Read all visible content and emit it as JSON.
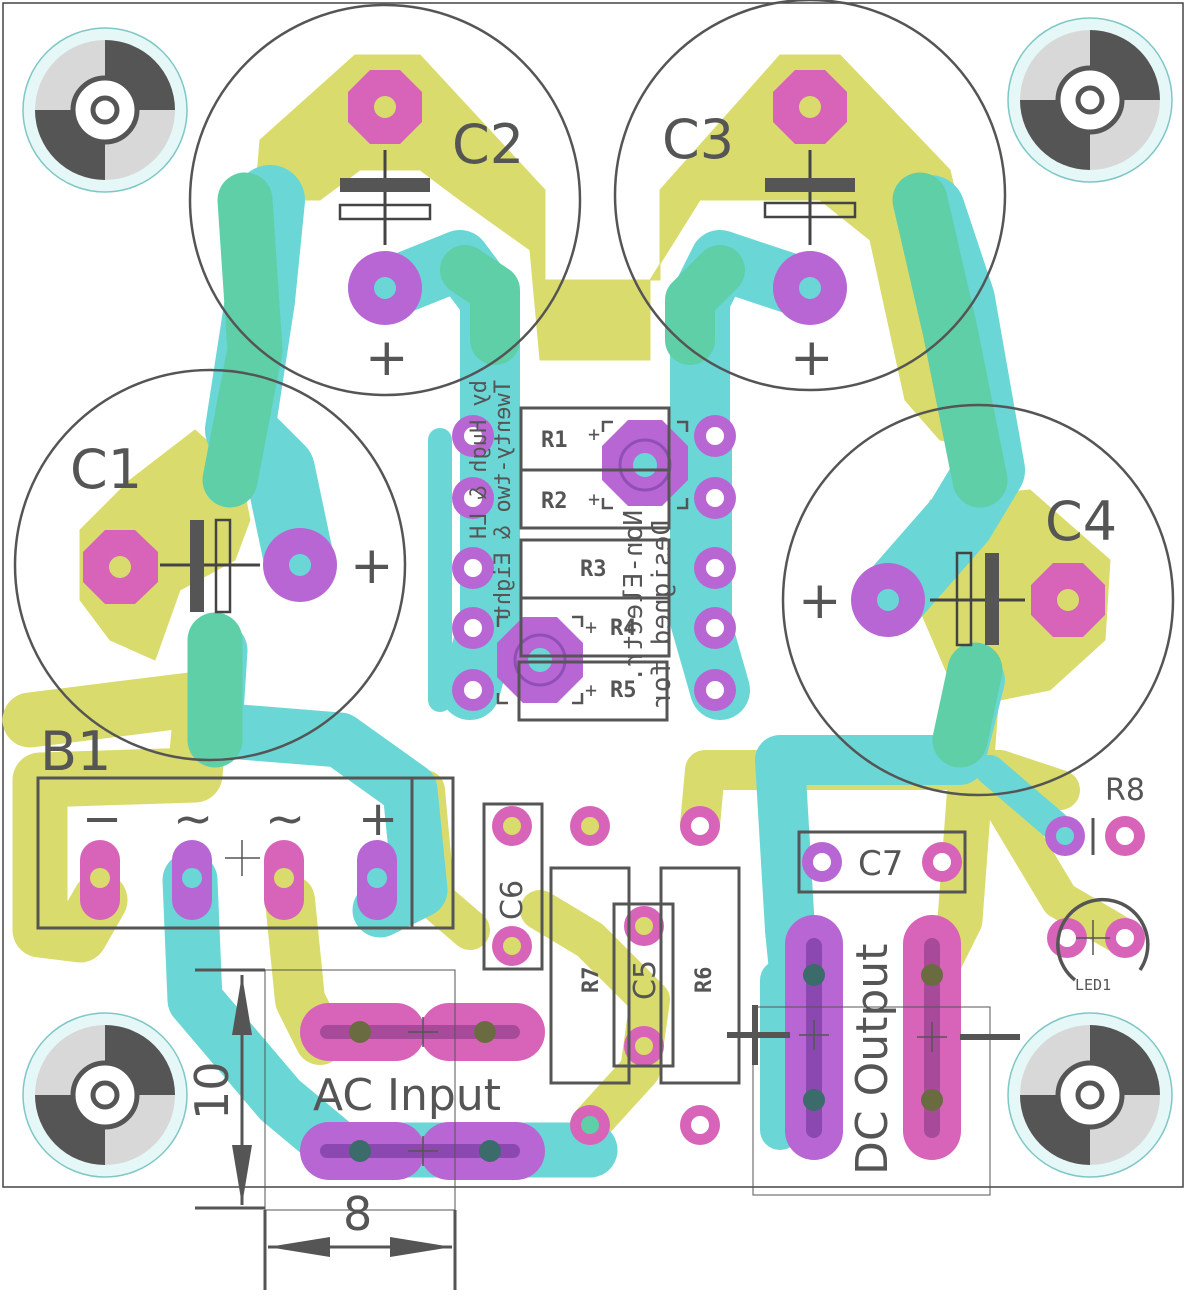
{
  "colors": {
    "top_copper": "#d9dc6c",
    "bottom_copper": "#6ad6d6",
    "overlap_copper": "#5fcfa8",
    "pad": "#d764b8",
    "via": "#a95fd9",
    "silkscreen": "#555555",
    "background": "#ffffff"
  },
  "components": {
    "c1": "C1",
    "c2": "C2",
    "c3": "C3",
    "c4": "C4",
    "b1": "B1",
    "r1": "R1",
    "r2": "R2",
    "r3": "R3",
    "r4": "R4",
    "r5": "R5",
    "r6": "R6",
    "r7": "R7",
    "r8": "R8",
    "c5": "C5",
    "c6": "C6",
    "c7": "C7",
    "led1": "LED1"
  },
  "markings": {
    "plus": "+",
    "minus": "−",
    "tilde": "~"
  },
  "connectors": {
    "ac_input": "AC Input",
    "dc_output": "DC Output"
  },
  "dimensions": {
    "height": "10",
    "width": "8"
  },
  "mirrored_text": {
    "line1": "Twenty-two & Eight",
    "line2": "by Hugh & LH",
    "line3": "Designed for",
    "line4": "Non-Electr."
  },
  "icons": [
    "mounting-hole-icon",
    "plus-icon",
    "minus-icon",
    "arrow-icon"
  ]
}
